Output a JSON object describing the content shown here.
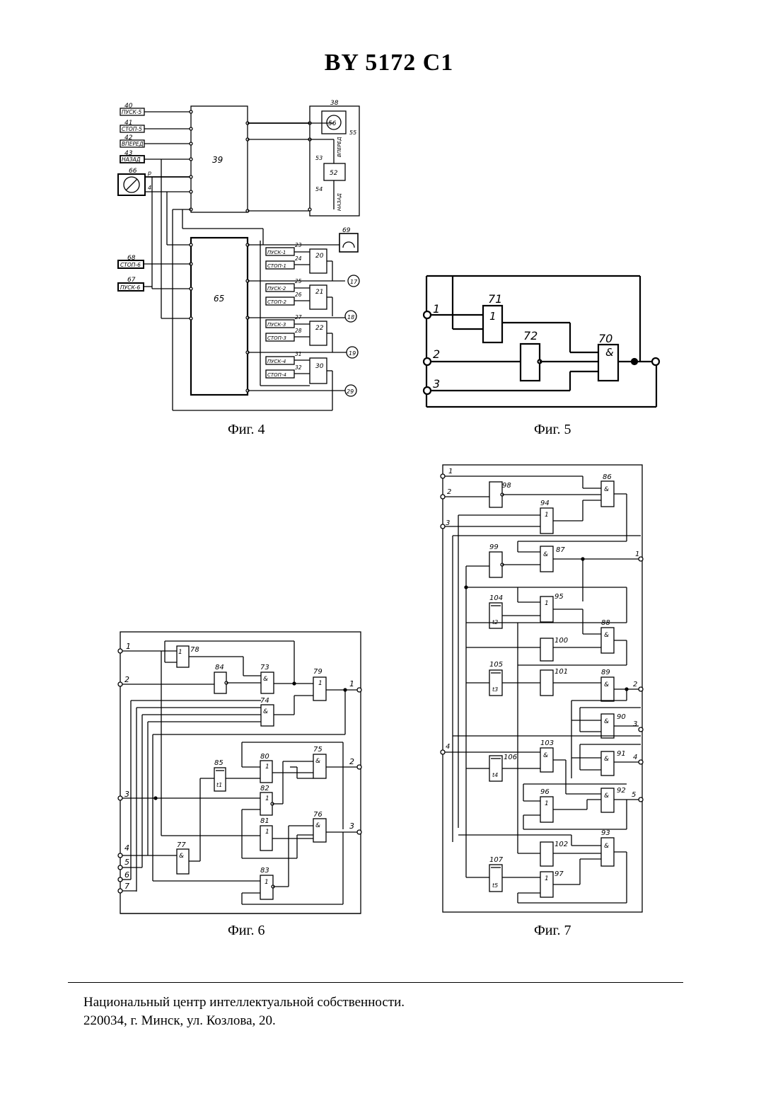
{
  "header": {
    "title": "BY 5172 C1"
  },
  "figures": {
    "fig4": {
      "caption": "Фиг. 4",
      "inputs": [
        {
          "num": "40",
          "label": "ПУСК-5"
        },
        {
          "num": "41",
          "label": "СТОП-5"
        },
        {
          "num": "42",
          "label": "ВПЕРЕД"
        },
        {
          "num": "43",
          "label": "НАЗАД"
        }
      ],
      "sensor": "66",
      "sensor_pins": [
        "р",
        "4"
      ],
      "block_39": "39",
      "block_38": "38",
      "block_56": "56",
      "block_55": "55",
      "block_52": "52",
      "block_53": "53",
      "block_54": "54",
      "label_forward": "ВПЕРЕД",
      "label_back": "НАЗАД",
      "block_65": "65",
      "block_69": "69",
      "stop_input": {
        "num": "68",
        "label": "СТОП-6"
      },
      "start_input": {
        "num": "67",
        "label": "ПУСК-6"
      },
      "groups": [
        {
          "block": "20",
          "a_num": "23",
          "a_label": "ПУСК-1",
          "b_num": "24",
          "b_label": "СТОП-1",
          "out": "17"
        },
        {
          "block": "21",
          "a_num": "25",
          "a_label": "ПУСК-2",
          "b_num": "26",
          "b_label": "СТОП-2",
          "out": "18"
        },
        {
          "block": "22",
          "a_num": "27",
          "a_label": "ПУСК-3",
          "b_num": "28",
          "b_label": "СТОП-3",
          "out": "19"
        },
        {
          "block": "30",
          "a_num": "31",
          "a_label": "ПУСК-4",
          "b_num": "32",
          "b_label": "СТОП-4",
          "out": "29"
        }
      ]
    },
    "fig5": {
      "caption": "Фиг. 5",
      "blocks": {
        "b71": "71",
        "b72": "72",
        "b70": "70"
      },
      "or_sym": "1",
      "and_sym": "&",
      "pins": [
        "1",
        "2",
        "3"
      ]
    },
    "fig6": {
      "caption": "Фиг. 6",
      "blocks": [
        "78",
        "84",
        "73",
        "79",
        "74",
        "85",
        "80",
        "75",
        "82",
        "81",
        "76",
        "77",
        "83"
      ],
      "time_label": "t1",
      "in_pins": [
        "1",
        "2",
        "3",
        "4",
        "5",
        "6",
        "7"
      ],
      "out_pins": [
        "1",
        "2",
        "3"
      ]
    },
    "fig7": {
      "caption": "Фиг. 7",
      "blocks": [
        "86",
        "98",
        "94",
        "99",
        "87",
        "104",
        "95",
        "88",
        "100",
        "105",
        "101",
        "89",
        "90",
        "103",
        "106",
        "91",
        "96",
        "92",
        "102",
        "93",
        "107",
        "97"
      ],
      "timers": [
        "t2",
        "t3",
        "t4",
        "t5"
      ],
      "in_pins": [
        "1",
        "2",
        "3",
        "4"
      ],
      "out_pins": [
        "1",
        "2",
        "3",
        "4",
        "5"
      ]
    }
  },
  "footer": {
    "line1": "Национальный центр интеллектуальной собственности.",
    "line2": "220034, г. Минск, ул. Козлова, 20."
  }
}
